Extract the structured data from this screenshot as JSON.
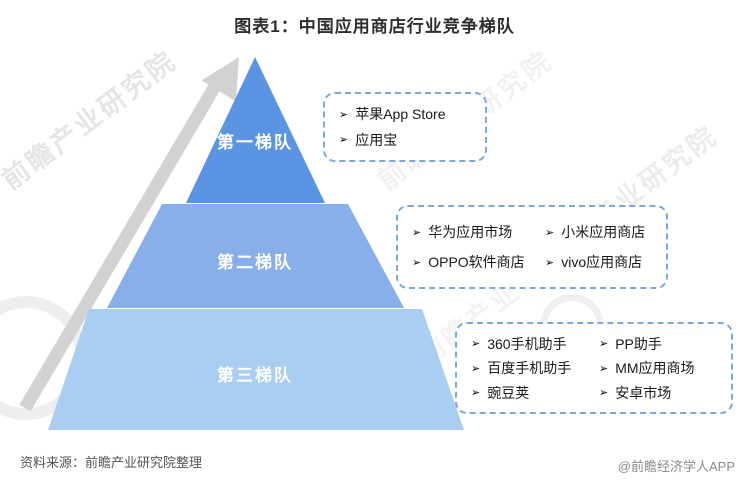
{
  "title": "图表1：中国应用商店行业竞争梯队",
  "bullet": "➢",
  "pyramid": {
    "tiers": [
      {
        "label": "第一梯队",
        "color": "#5b94e3"
      },
      {
        "label": "第二梯队",
        "color": "#88afe9"
      },
      {
        "label": "第三梯队",
        "color": "#aacdf2"
      }
    ],
    "arrow_color": "#d2d2d2"
  },
  "boxes": [
    {
      "items": [
        [
          "苹果App Store"
        ],
        [
          "应用宝"
        ]
      ]
    },
    {
      "items": [
        [
          "华为应用市场",
          "小米应用商店"
        ],
        [
          "OPPO软件商店",
          "vivo应用商店"
        ]
      ]
    },
    {
      "items": [
        [
          "360手机助手",
          "PP助手"
        ],
        [
          "百度手机助手",
          "MM应用商场"
        ],
        [
          "豌豆荚",
          "安卓市场"
        ]
      ]
    }
  ],
  "footer": {
    "source": "资料来源：前瞻产业研究院整理",
    "credit": "@前瞻经济学人APP"
  },
  "watermark": {
    "text": "前瞻产业研究院"
  }
}
